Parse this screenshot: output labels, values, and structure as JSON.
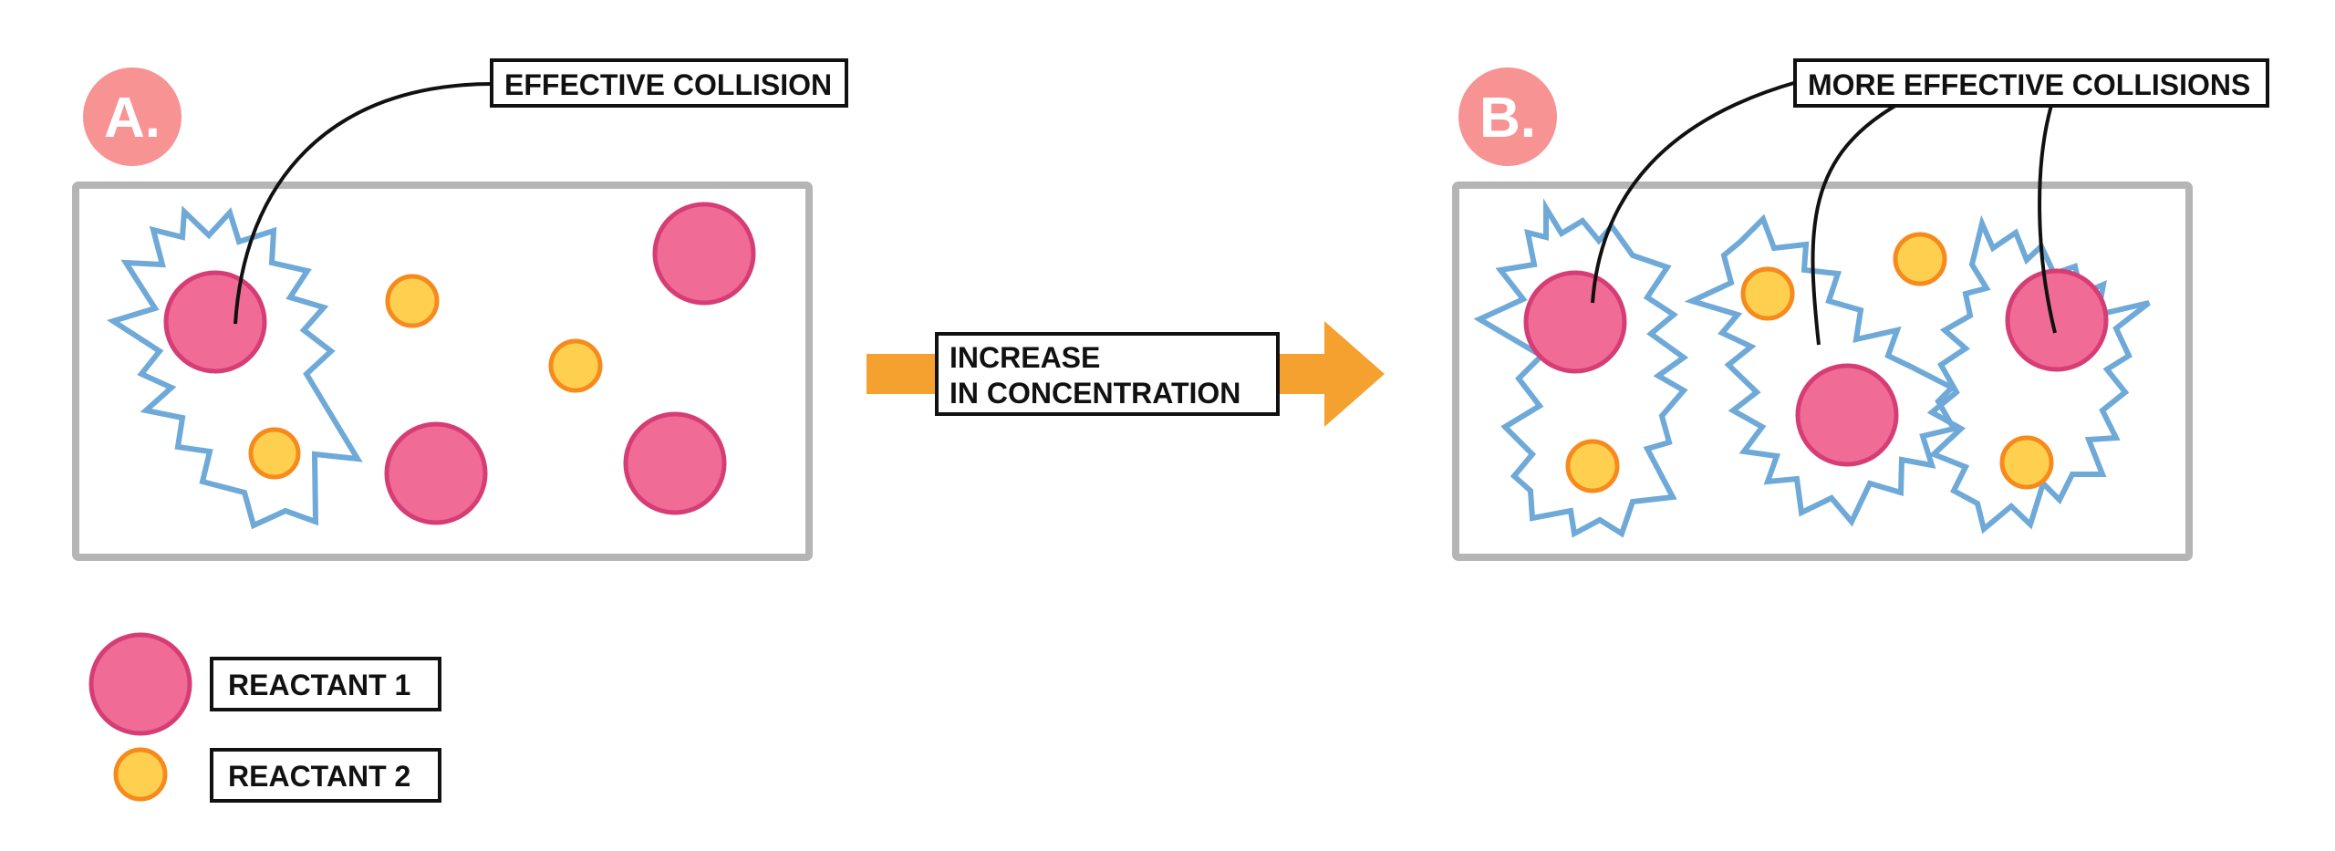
{
  "panel_a": {
    "letter": "A.",
    "callout": "EFFECTIVE COLLISION"
  },
  "panel_b": {
    "letter": "B.",
    "callout": "MORE EFFECTIVE COLLISIONS"
  },
  "arrow": {
    "line1": "INCREASE",
    "line2": "IN CONCENTRATION"
  },
  "legend": {
    "reactant1": "REACTANT 1",
    "reactant2": "REACTANT 2"
  },
  "colors": {
    "reactant1_fill": "#f06b96",
    "reactant1_stroke": "#d63d74",
    "reactant2_fill": "#ffd04f",
    "reactant2_stroke": "#f78a1d",
    "burst": "#6ea9d8",
    "container": "#b5b5b5",
    "badge": "#f79393",
    "arrow": "#f4a130"
  }
}
